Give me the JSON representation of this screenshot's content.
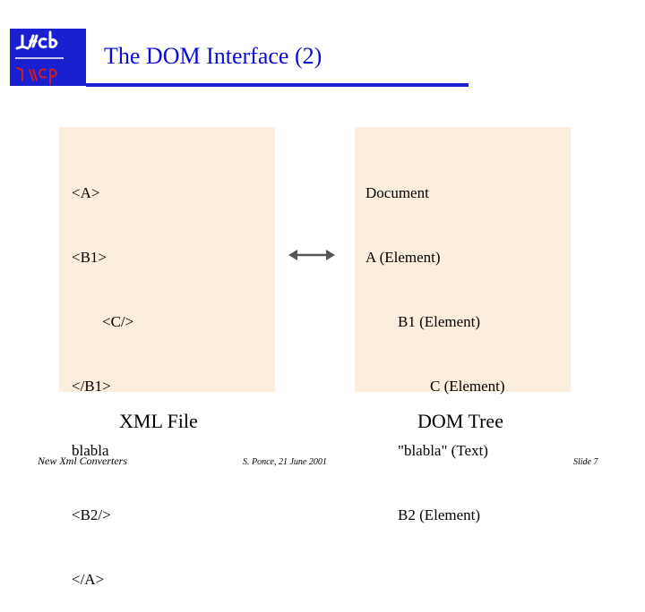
{
  "header": {
    "title": "The DOM Interface (2)",
    "accent_color": "#1a1fd0",
    "title_color": "#0b0bd6",
    "logo_icon": "lhcb-logo"
  },
  "left_panel": {
    "lines": [
      "<A>",
      "<B1>",
      "<C/>",
      "</B1>",
      "blabla",
      "<B2/>",
      "</A>"
    ],
    "caption": "XML File",
    "background": "#fbeedd"
  },
  "right_panel": {
    "lines": [
      "Document",
      "A (Element)",
      "B1 (Element)",
      "C (Element)",
      "\"blabla\" (Text)",
      "B2 (Element)"
    ],
    "caption": "DOM Tree",
    "background": "#fbeedd"
  },
  "connector_icon": "double-arrow-icon",
  "footer": {
    "left": "New Xml Converters",
    "center": "S. Ponce, 21 June 2001",
    "right": "Slide 7"
  }
}
